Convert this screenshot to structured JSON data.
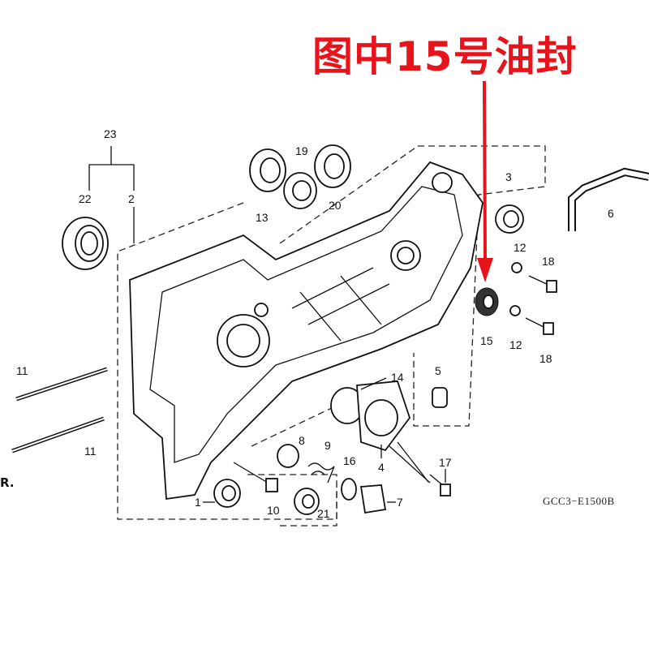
{
  "title": "图中15号油封",
  "diagram_code": "GCC3−E1500B",
  "edge_text": "R.",
  "callouts": [
    "23",
    "22",
    "2",
    "19",
    "13",
    "20",
    "3",
    "6",
    "12",
    "18",
    "15",
    "12",
    "18",
    "11",
    "11",
    "14",
    "5",
    "8",
    "9",
    "16",
    "4",
    "17",
    "7",
    "1",
    "10",
    "21"
  ],
  "colors": {
    "title": "#e8141c",
    "arrow": "#e8141c",
    "line": "#111111"
  }
}
